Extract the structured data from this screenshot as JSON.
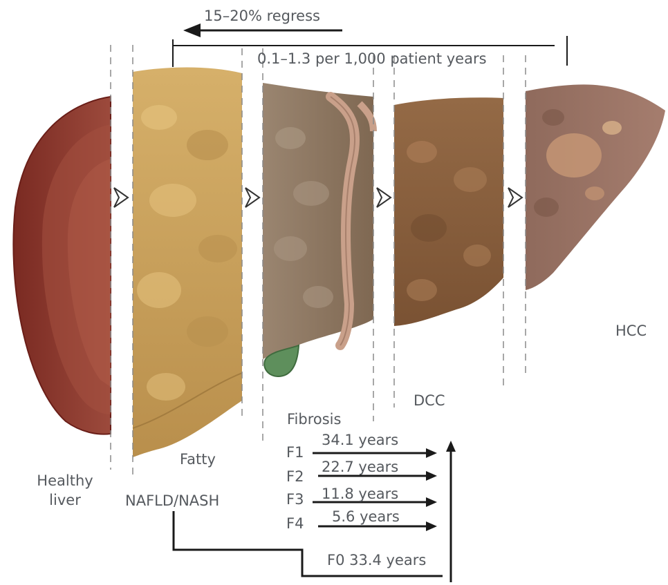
{
  "progression_note": "15–20% regress",
  "incidence_note": "0.1–1.3 per 1,000 patient years",
  "stages": {
    "healthy": "Healthy liver",
    "fatty": "Fatty",
    "nafld": "NAFLD/NASH",
    "fibrosis": "Fibrosis",
    "dcc": "DCC",
    "hcc": "HCC"
  },
  "fibrosis_stages": [
    {
      "stage": "F1",
      "years": "34.1 years"
    },
    {
      "stage": "F2",
      "years": "22.7 years"
    },
    {
      "stage": "F3",
      "years": "11.8 years"
    },
    {
      "stage": "F4",
      "years": "5.6 years"
    }
  ],
  "f0_note": "F0 33.4 years",
  "colors": {
    "healthy": "#8a3a2e",
    "fatty": "#c9a15a",
    "fibrosis": "#8c7560",
    "dcc": "#8a5f3e",
    "hcc": "#9b7565",
    "gallbladder": "#5e8f5c",
    "text": "#55595e"
  }
}
